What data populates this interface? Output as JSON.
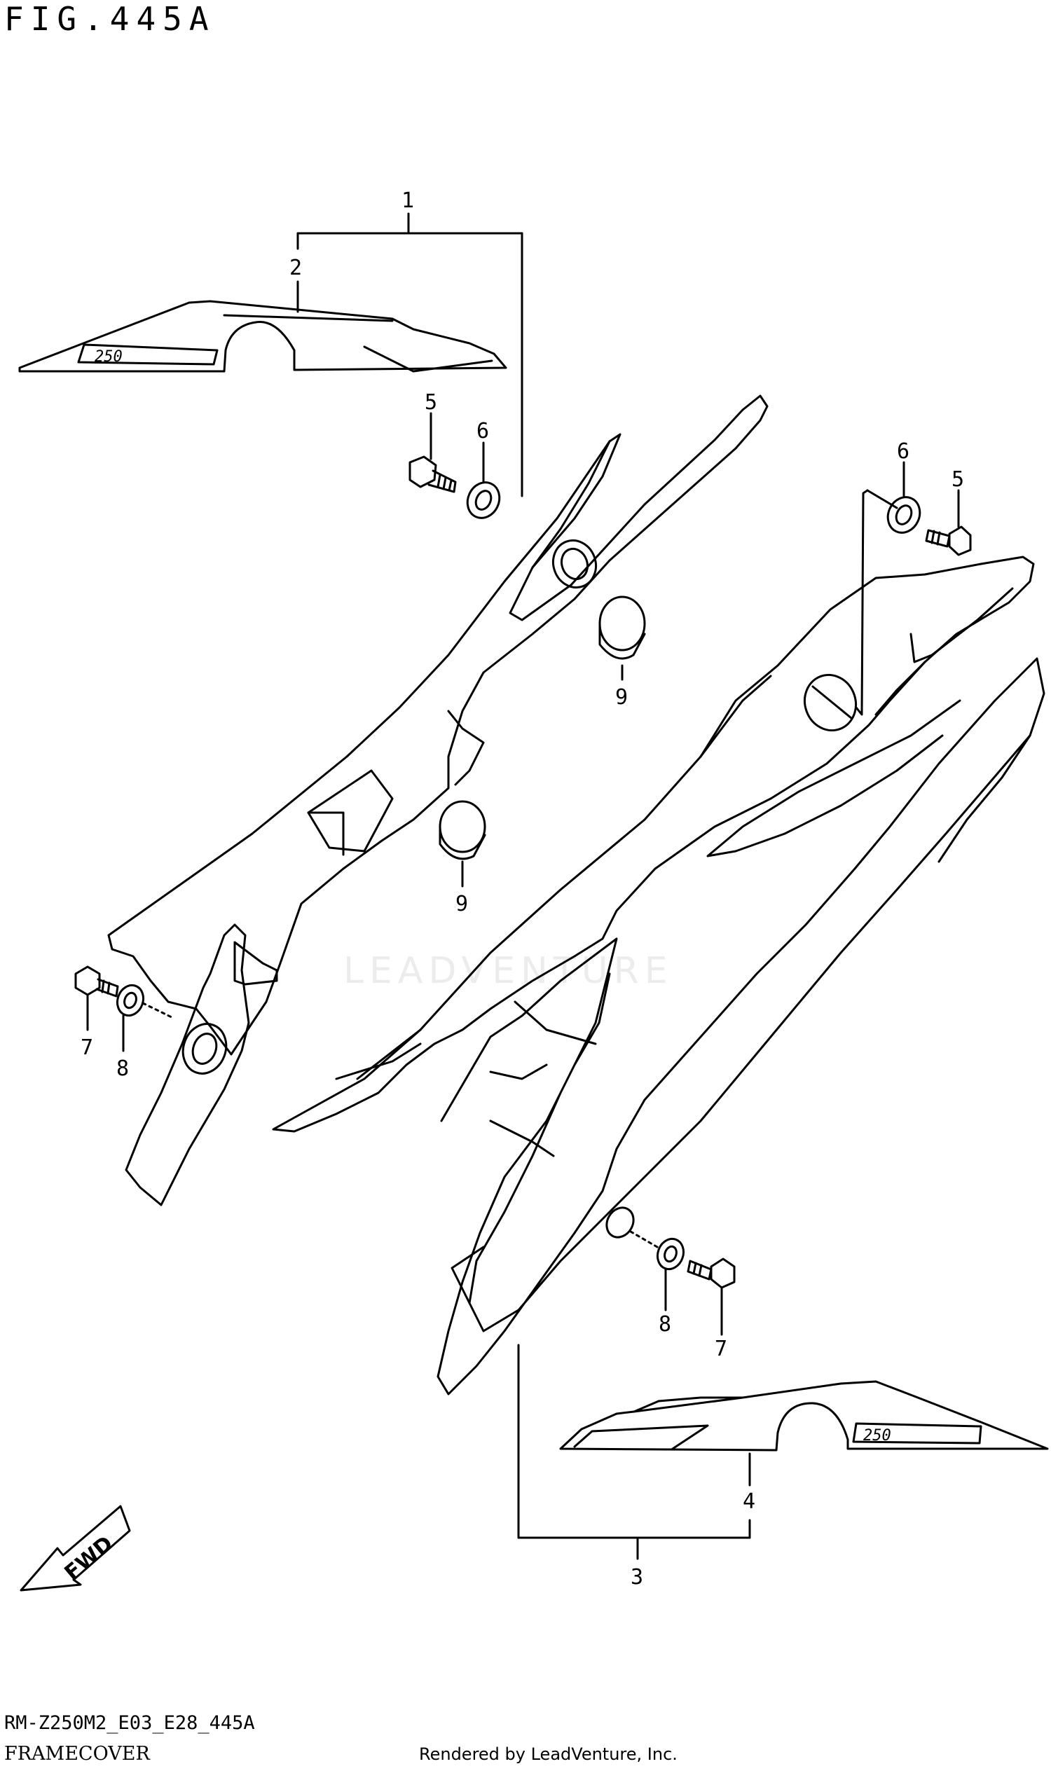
{
  "header": {
    "figure_label": "FIG.445A"
  },
  "footer": {
    "model_code": "RM-Z250M2_E03_E28_445A",
    "diagram_name": "FRAMECOVER",
    "rendered_by": "Rendered by LeadVenture, Inc."
  },
  "watermark": {
    "text": "LEADVENTURE"
  },
  "fwd_label": "FWD",
  "decal_text": "250",
  "callouts": [
    {
      "id": "c1",
      "text": "1"
    },
    {
      "id": "c2",
      "text": "2"
    },
    {
      "id": "c3",
      "text": "3"
    },
    {
      "id": "c4",
      "text": "4"
    },
    {
      "id": "c5a",
      "text": "5"
    },
    {
      "id": "c5b",
      "text": "5"
    },
    {
      "id": "c6a",
      "text": "6"
    },
    {
      "id": "c6b",
      "text": "6"
    },
    {
      "id": "c7a",
      "text": "7"
    },
    {
      "id": "c7b",
      "text": "7"
    },
    {
      "id": "c8a",
      "text": "8"
    },
    {
      "id": "c8b",
      "text": "8"
    },
    {
      "id": "c9a",
      "text": "9"
    },
    {
      "id": "c9b",
      "text": "9"
    }
  ]
}
